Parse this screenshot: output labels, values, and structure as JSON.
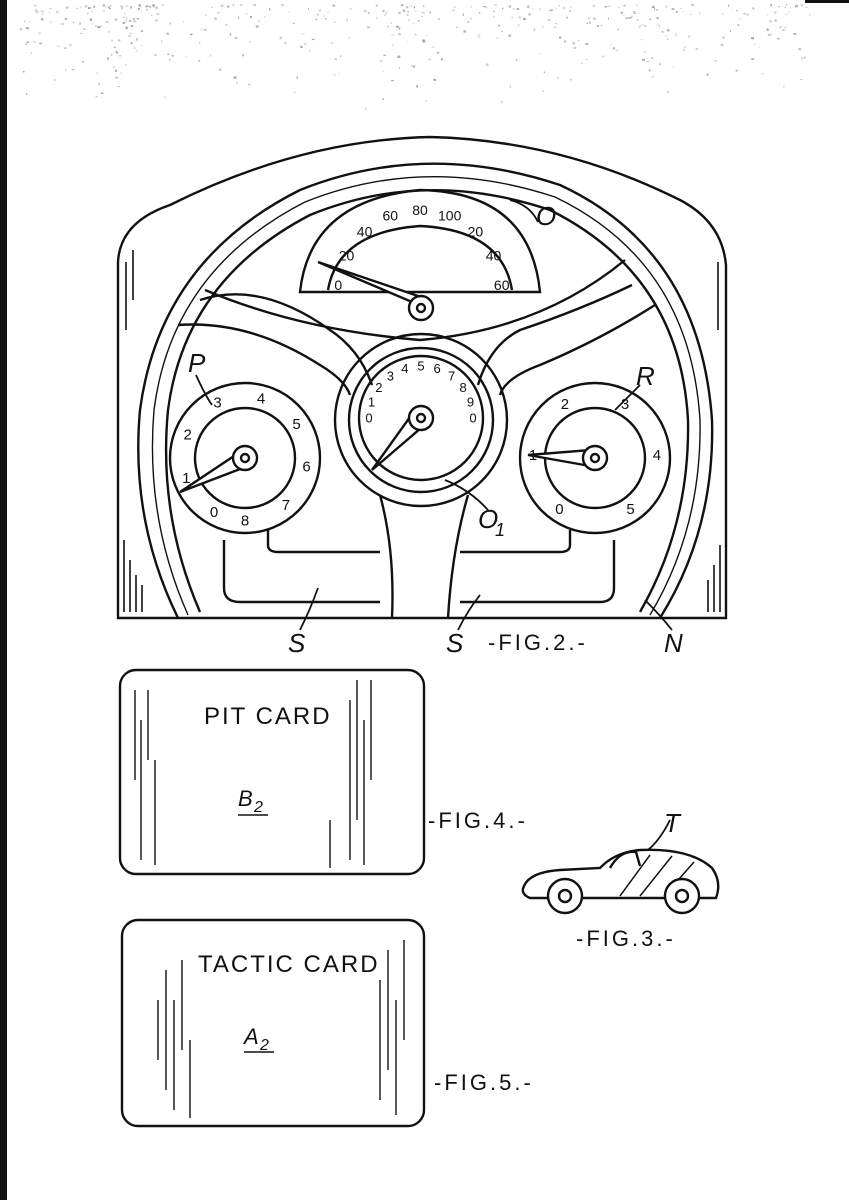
{
  "fig2": {
    "caption": "-FIG.2.-",
    "speedometer": {
      "label": "O",
      "ticks": [
        "0",
        "20",
        "40",
        "60",
        "80",
        "100",
        "20",
        "40",
        "60"
      ]
    },
    "center_gauge": {
      "label": "O",
      "label_sub": "1",
      "ticks": [
        "0",
        "1",
        "2",
        "3",
        "4",
        "5",
        "6",
        "7",
        "8",
        "9",
        "0"
      ]
    },
    "left_gauge": {
      "label": "P",
      "ticks": [
        "0",
        "1",
        "2",
        "3",
        "4",
        "5",
        "6",
        "7",
        "8"
      ]
    },
    "right_gauge": {
      "label": "R",
      "ticks": [
        "0",
        "1",
        "2",
        "3",
        "4",
        "5"
      ]
    },
    "slot_labels": [
      "S",
      "S"
    ],
    "frame_label": "N"
  },
  "fig3": {
    "caption": "-FIG.3.-",
    "label": "T"
  },
  "fig4": {
    "caption": "-FIG.4.-",
    "title": "PIT CARD",
    "code": "B",
    "code_sub": "2"
  },
  "fig5": {
    "caption": "-FIG.5.-",
    "title": "TACTIC CARD",
    "code": "A",
    "code_sub": "2"
  }
}
